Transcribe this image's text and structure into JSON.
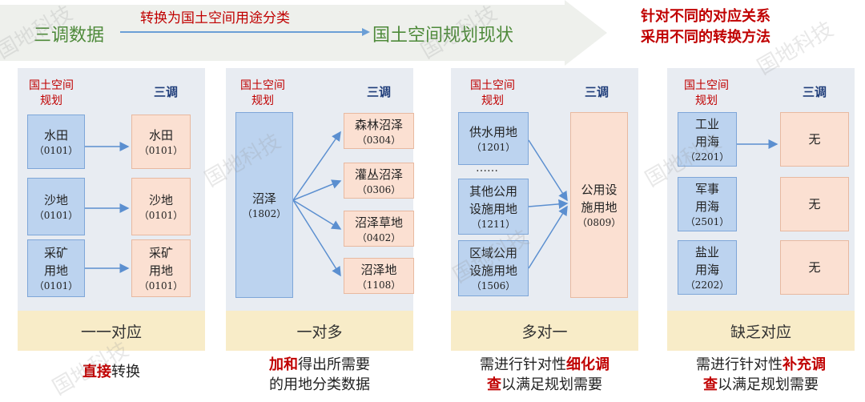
{
  "banner": {
    "left": "三调数据",
    "mid": "转换为国土空间用途分类",
    "right": "国土空间规划现状",
    "note_line1": "针对不同的对应关系",
    "note_line2": "采用不同的转换方法"
  },
  "headers": {
    "left_line1": "国土空间",
    "left_line2": "规划",
    "right": "三调"
  },
  "panels": [
    {
      "left": [
        {
          "name": "水田",
          "code": "（0101）"
        },
        {
          "name": "沙地",
          "code": "（0101）"
        },
        {
          "name_line1": "采矿",
          "name_line2": "用地",
          "code": "（0101）"
        }
      ],
      "right": [
        {
          "name": "水田",
          "code": "（0101）"
        },
        {
          "name": "沙地",
          "code": "（0101）"
        },
        {
          "name_line1": "采矿",
          "name_line2": "用地",
          "code": "（0101）"
        }
      ],
      "foot": "一一对应",
      "caption": {
        "red": "直接",
        "rest": "转换"
      }
    },
    {
      "left": [
        {
          "name": "沼泽",
          "code": "（1802）"
        }
      ],
      "right": [
        {
          "name": "森林沼泽",
          "code": "（0304）"
        },
        {
          "name": "灌丛沼泽",
          "code": "（0306）"
        },
        {
          "name": "沼泽草地",
          "code": "（0402）"
        },
        {
          "name": "沼泽地",
          "code": "（1108）"
        }
      ],
      "foot": "一对多",
      "caption": {
        "red": "加和",
        "line1_rest": "得出所需要",
        "line2": "的用地分类数据"
      }
    },
    {
      "left": [
        {
          "name": "供水用地",
          "code": "（1201）"
        },
        {
          "name_line1": "其他公用",
          "name_line2": "设施用地",
          "code": "（1211）"
        },
        {
          "name_line1": "区域公用",
          "name_line2": "设施用地",
          "code": "（1506）"
        }
      ],
      "ellipsis": "……",
      "right": [
        {
          "name_line1": "公用设",
          "name_line2": "施用地",
          "code": "（0809）"
        }
      ],
      "foot": "多对一",
      "caption": {
        "pre": "需进行针对性",
        "red1": "细化调",
        "red2": "查",
        "rest": "以满足规划需要"
      }
    },
    {
      "left": [
        {
          "name_line1": "工业",
          "name_line2": "用海",
          "code": "（2201）"
        },
        {
          "name_line1": "军事",
          "name_line2": "用海",
          "code": "（2501）"
        },
        {
          "name_line1": "盐业",
          "name_line2": "用海",
          "code": "（2202）"
        }
      ],
      "right": [
        {
          "name": "无"
        },
        {
          "name": "无"
        },
        {
          "name": "无"
        }
      ],
      "foot": "缺乏对应",
      "caption": {
        "pre": "需进行针对性",
        "red1": "补充调",
        "red2": "查",
        "rest": "以满足规划需要"
      }
    }
  ],
  "watermark": "国地科技",
  "colors": {
    "arrow": "#eef0ec",
    "blue_box": "#bcd3ef",
    "pink_box": "#fbe0d2",
    "panel": "#e8ecf2",
    "foot": "#f8ecc8",
    "accent_red": "#c00000",
    "link_blue": "#5b8fd0"
  }
}
